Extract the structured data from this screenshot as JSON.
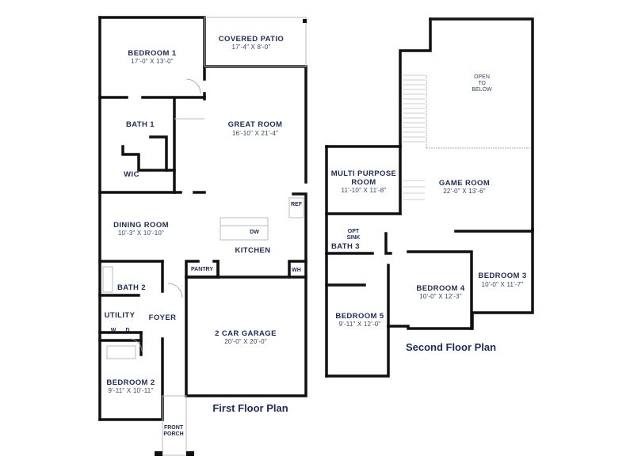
{
  "colors": {
    "wall": "#111111",
    "text": "#1f2a5a",
    "window": "#cccccc",
    "background": "#ffffff"
  },
  "first_floor": {
    "title": "First Floor Plan",
    "rooms": {
      "bedroom1": {
        "name": "BEDROOM 1",
        "dims": "17'-0\" X 13'-0\""
      },
      "covered_patio": {
        "name": "COVERED PATIO",
        "dims": "17'-4\" X 8'-0\""
      },
      "bath1": {
        "name": "BATH 1"
      },
      "wic": {
        "name": "WIC"
      },
      "great_room": {
        "name": "GREAT ROOM",
        "dims": "16'-10\" X 21'-4\""
      },
      "dining_room": {
        "name": "DINING ROOM",
        "dims": "10'-3\" X 10'-10\""
      },
      "kitchen": {
        "name": "KITCHEN"
      },
      "pantry": {
        "name": "PANTRY"
      },
      "bath2": {
        "name": "BATH 2"
      },
      "utility": {
        "name": "UTILITY"
      },
      "foyer": {
        "name": "FOYER"
      },
      "garage": {
        "name": "2 CAR GARAGE",
        "dims": "20'-0\" X 20'-0\""
      },
      "bedroom2": {
        "name": "BEDROOM 2",
        "dims": "9'-11\" X 10'-11\""
      },
      "front_porch": {
        "name": "FRONT\nPORCH"
      }
    },
    "fixtures": {
      "dw": "DW",
      "ref": "REF",
      "wh": "WH",
      "washer": "W",
      "dryer": "D"
    }
  },
  "second_floor": {
    "title": "Second Floor Plan",
    "rooms": {
      "open_to_below": {
        "name": "OPEN\nTO\nBELOW"
      },
      "multi_purpose": {
        "name_line1": "MULTI PURPOSE",
        "name_line2": "ROOM",
        "dims": "11'-10\" X 11'-8\""
      },
      "game_room": {
        "name": "GAME ROOM",
        "dims": "22'-0\" X 13'-6\""
      },
      "bath3": {
        "name": "BATH 3"
      },
      "opt_sink": {
        "name": "OPT\nSINK"
      },
      "bedroom3": {
        "name": "BEDROOM 3",
        "dims": "10'-0\" X 11'-7\""
      },
      "bedroom4": {
        "name": "BEDROOM 4",
        "dims": "10'-0\" X 12'-3\""
      },
      "bedroom5": {
        "name": "BEDROOM 5",
        "dims": "9'-11\" X 12'-0\""
      }
    }
  }
}
